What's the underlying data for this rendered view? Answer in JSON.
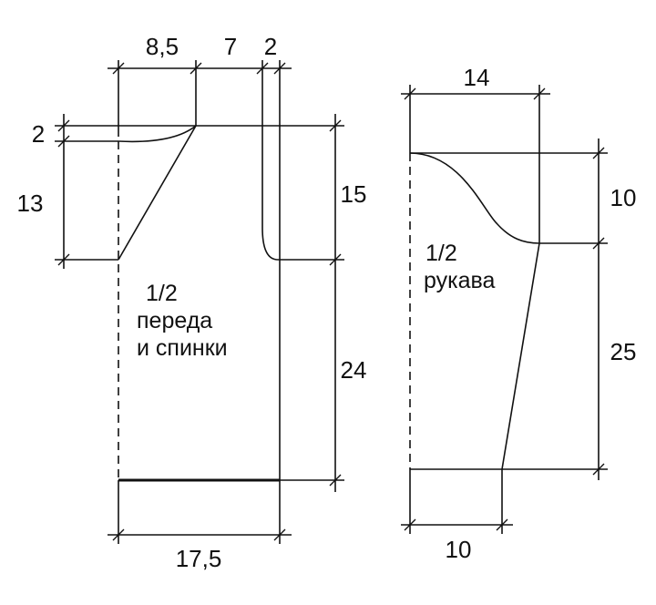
{
  "front_back": {
    "title_fraction": "1/2",
    "title_line1": "переда",
    "title_line2": "и спинки",
    "dims": {
      "neck_width": "8,5",
      "shoulder": "7",
      "armhole_offset": "2",
      "neck_drop": "2",
      "neck_depth": "13",
      "armhole_depth": "15",
      "side_length": "24",
      "bottom_width": "17,5"
    }
  },
  "sleeve": {
    "title_fraction": "1/2",
    "title_line1": "рукава",
    "dims": {
      "top_width": "14",
      "cap_height": "10",
      "sleeve_length": "25",
      "cuff_width": "10"
    }
  }
}
